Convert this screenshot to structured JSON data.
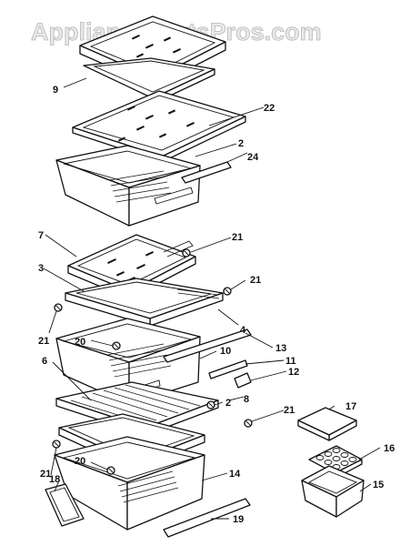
{
  "watermark": "AppliancePartsPros.com",
  "callouts": {
    "c9": "9",
    "c22": "22",
    "c2": "2",
    "c24": "24",
    "c7": "7",
    "c21a": "21",
    "c3": "3",
    "c21b": "21",
    "c21c": "21",
    "c4": "4",
    "c20a": "20",
    "c10": "10",
    "c13": "13",
    "c11": "11",
    "c12": "12",
    "c6": "6",
    "c21d": "2",
    "c8": "8",
    "c21e": "21",
    "c17": "17",
    "c16": "16",
    "c21f": "21",
    "c20b": "20",
    "c14": "14",
    "c18": "18",
    "c15": "15",
    "c19": "19"
  },
  "colors": {
    "line": "#111111",
    "background": "#ffffff",
    "watermark": "#b8b8b8"
  }
}
